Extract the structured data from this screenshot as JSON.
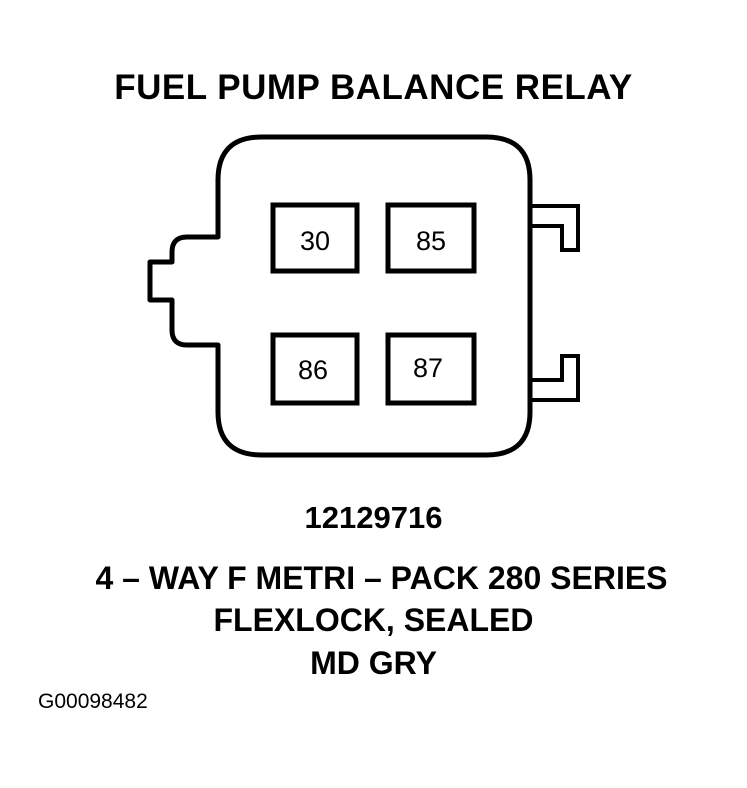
{
  "title": "FUEL PUMP BALANCE RELAY",
  "connector": {
    "pins": [
      {
        "label": "30"
      },
      {
        "label": "85"
      },
      {
        "label": "86"
      },
      {
        "label": "87"
      }
    ]
  },
  "part_number": "12129716",
  "description": [
    "4 – WAY F METRI – PACK 280 SERIES",
    "FLEXLOCK, SEALED",
    "MD GRY"
  ],
  "figure_id": "G00098482"
}
